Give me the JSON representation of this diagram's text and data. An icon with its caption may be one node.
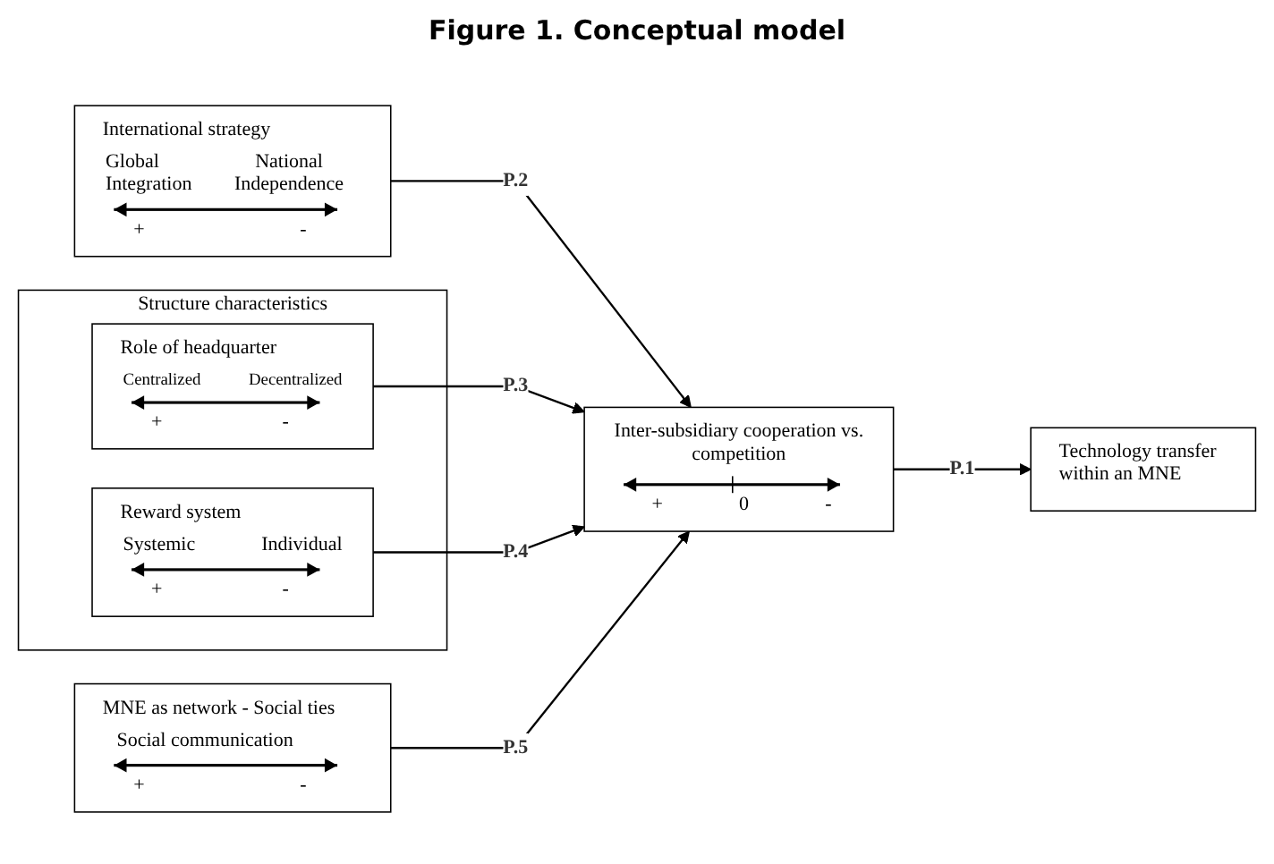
{
  "diagram": {
    "title": "Figure 1. Conceptual model",
    "nodes": [
      {
        "text": [
          "International strategy",
          "Global Integration",
          "National Independence",
          "+",
          "-"
        ]
      },
      {
        "text": [
          "Structure characteristics"
        ]
      },
      {
        "text": [
          "Role of headquarter",
          "Centralized",
          "Decentralized",
          "+",
          "-"
        ],
        "in": 1
      },
      {
        "text": [
          "Reward system",
          "Systemic",
          "Individual",
          "+",
          "-"
        ],
        "in": 1
      },
      {
        "text": [
          "MNE as network - Social ties",
          "Social communication",
          "+",
          "-"
        ]
      },
      {
        "text": [
          "Inter-subsidiary cooperation vs. competition",
          "+",
          "0",
          "-"
        ]
      },
      {
        "text": [
          "Technology transfer within an MNE"
        ]
      }
    ],
    "edges": [
      {
        "from": 0,
        "to": 5,
        "arrow": "to",
        "label": "P.2"
      },
      {
        "from": 2,
        "to": 5,
        "arrow": "to",
        "label": "P.3"
      },
      {
        "from": 3,
        "to": 5,
        "arrow": "to",
        "label": "P.4"
      },
      {
        "from": 4,
        "to": 5,
        "arrow": "to",
        "label": "P.5"
      },
      {
        "from": 5,
        "to": 6,
        "arrow": "to",
        "label": "P.1"
      }
    ]
  }
}
